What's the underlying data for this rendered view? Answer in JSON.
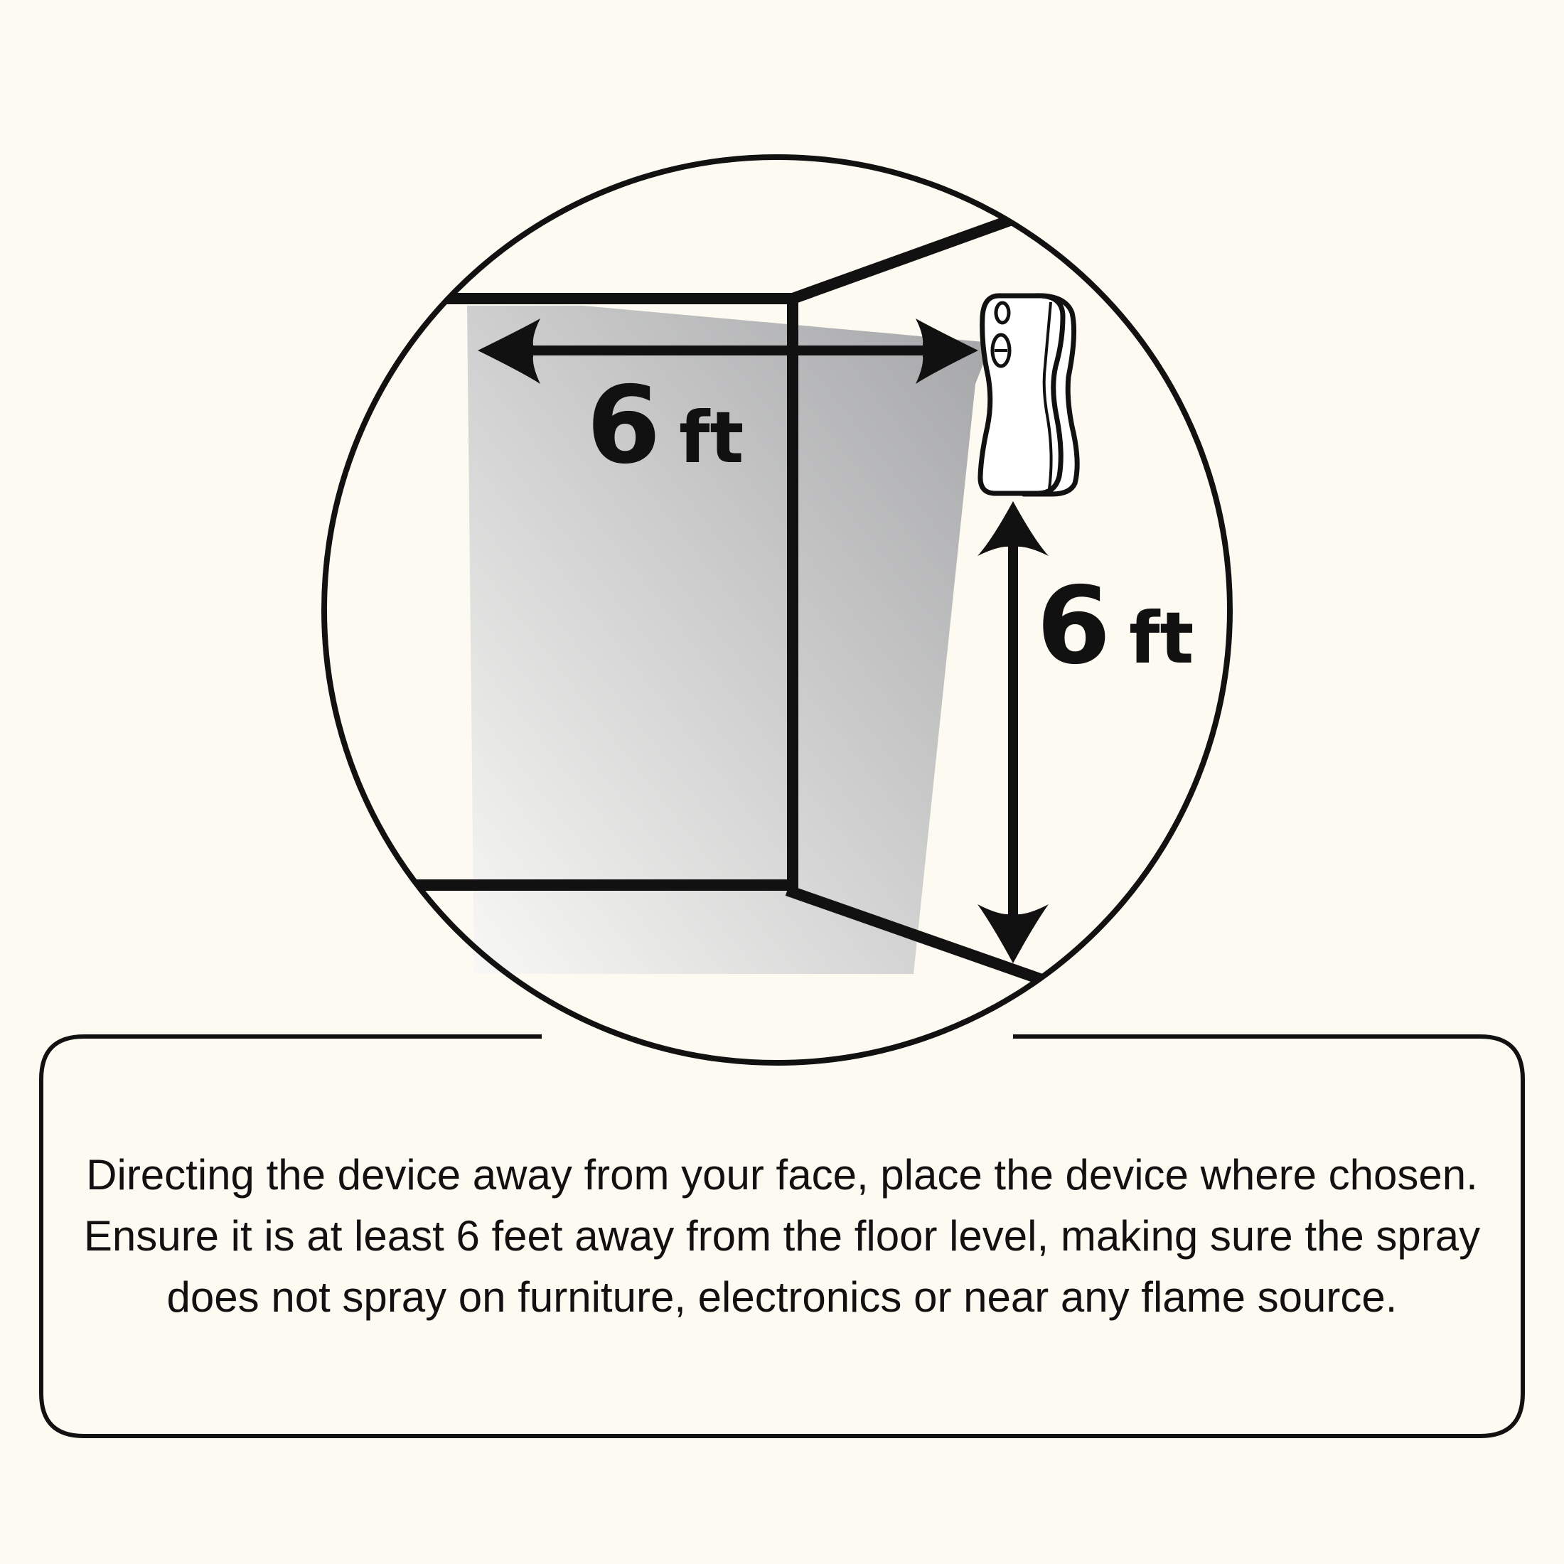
{
  "diagram": {
    "horizontal_label": {
      "value": "6",
      "unit": "ft"
    },
    "vertical_label": {
      "value": "6",
      "unit": "ft"
    },
    "device_icon": "air-freshener-dispenser-icon"
  },
  "caption": {
    "text": "Directing the device away from your face, place the device where chosen. Ensure it is at least 6 feet away from the floor level, making sure the spray does not spray on furniture, electronics or near any flame source."
  },
  "colors": {
    "background": "#FDFAF1",
    "line": "#111111",
    "shade_dark": "#9FA0A3",
    "shade_light": "#F8F8F6"
  }
}
